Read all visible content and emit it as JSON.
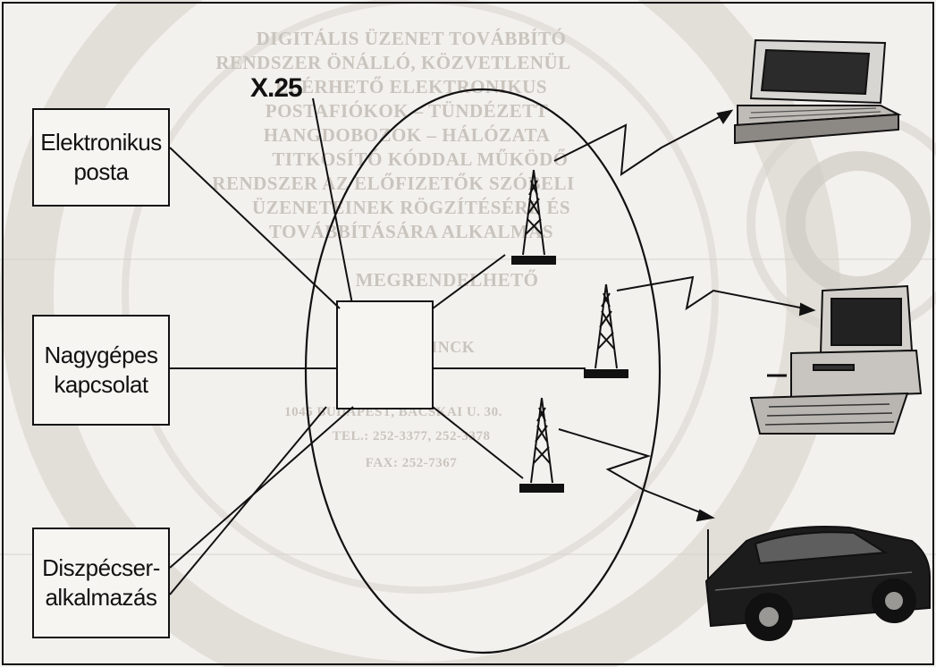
{
  "boxes": {
    "email_line1": "Elektronikus",
    "email_line2": "posta",
    "mainframe_line1": "Nagygépes",
    "mainframe_line2": "kapcsolat",
    "dispatch_line1": "Diszpécser-",
    "dispatch_line2": "alkalmazás"
  },
  "network_label": "X.25",
  "background_text": {
    "lines": [
      "DIGITÁLIS ÜZENET TOVÁBBÍTÓ",
      "RENDSZER ÖNÁLLÓ, KÖZVETLENÜL",
      "ELÉRHETŐ ELEKTRONIKUS",
      "POSTAFIÓKOK – TÜNDÉZETT",
      "HANGDOBOZOK – HÁLÓZATA",
      "TITKOSÍTÓ KÓDDAL MŰKÖDŐ",
      "RENDSZER AZ ELŐFIZETŐK SZÓBELI",
      "ÜZENETEINEK RÖGZÍTÉSÉRE ÉS",
      "TOVÁBBÍTÁSÁRA ALKALMAS",
      "MEGRENDELHETŐ"
    ],
    "logo_text": "RINCK",
    "address_1": "1045 BUDAPEST, BÁCSKAI U. 30.",
    "address_2": "TEL.: 252-3377, 252-3378",
    "address_3": "FAX: 252-7367"
  },
  "colors": {
    "line": "#111111",
    "paper": "#f3f1ee",
    "watermark": "#c9c4bd"
  }
}
